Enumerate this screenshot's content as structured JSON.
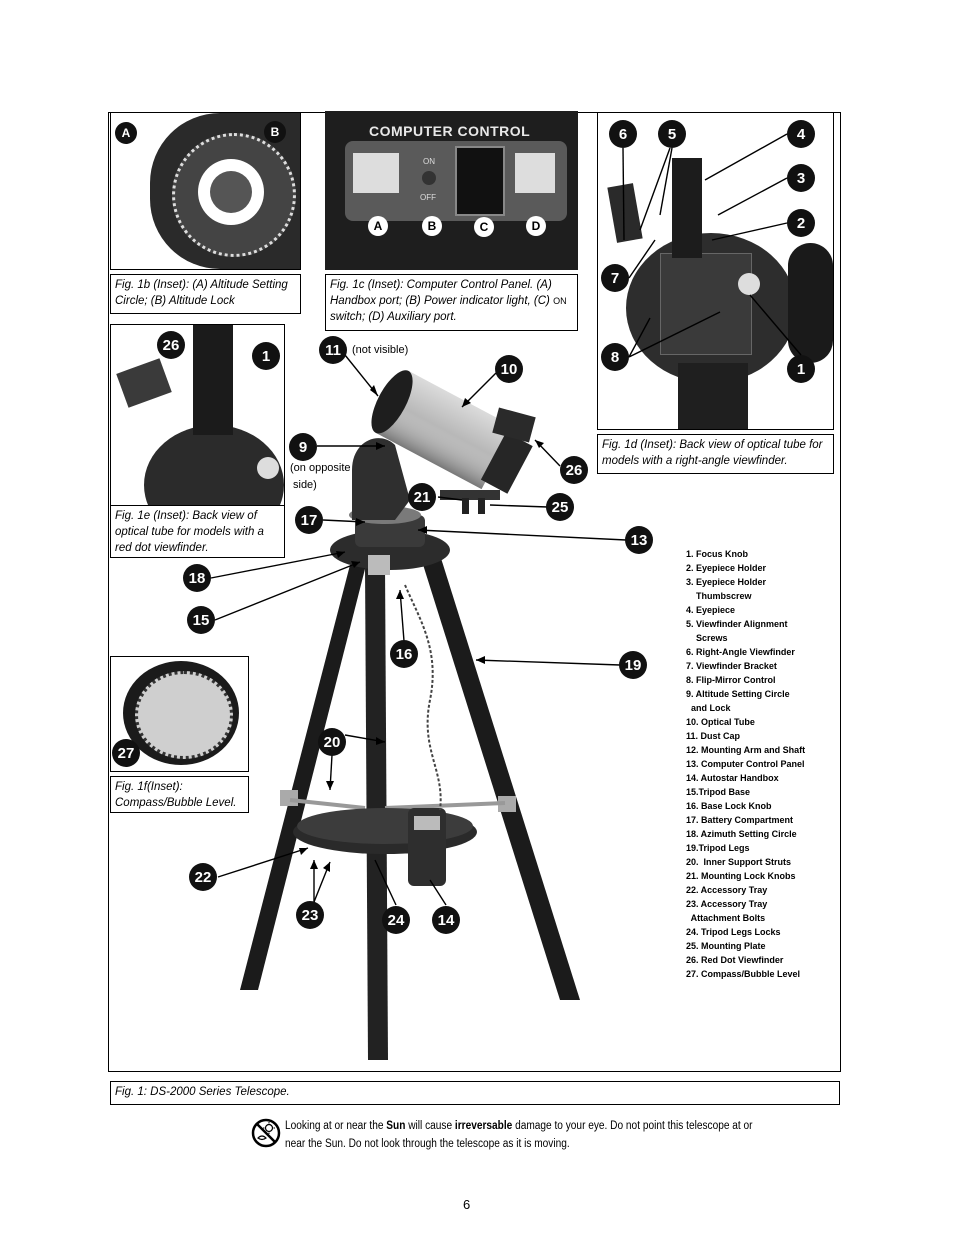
{
  "figure": {
    "caption": "Fig. 1: DS-2000 Series Telescope."
  },
  "insets": {
    "fig1b": {
      "caption": "Fig. 1b (Inset): (A) Altitude Setting Circle; (B) Altitude Lock",
      "labels": [
        "A",
        "B"
      ]
    },
    "fig1c": {
      "caption_part1": "Fig. 1c (Inset): Computer Control Panel. (A) Handbox port; (B) Power indicator light, (C)",
      "caption_on": "ON",
      "caption_part2": " switch; (D) Auxiliary port.",
      "panel_title": "COMPUTER CONTROL",
      "switch_on": "ON",
      "switch_off": "OFF",
      "labels": [
        "A",
        "B",
        "C",
        "D"
      ]
    },
    "fig1d": {
      "caption": "Fig. 1d (Inset): Back view of optical tube for models with a right-angle viewfinder.",
      "labels": [
        "6",
        "5",
        "4",
        "3",
        "2",
        "7",
        "8",
        "1"
      ]
    },
    "fig1e": {
      "caption": "Fig. 1e (Inset): Back view of optical tube for models with a red dot viewfinder.",
      "labels": [
        "26",
        "1"
      ]
    },
    "fig1f": {
      "caption": "Fig. 1f(Inset): Compass/Bubble Level.",
      "labels": [
        "27"
      ]
    }
  },
  "callouts": {
    "c11": "11",
    "c11_note": "(not visible)",
    "c10": "10",
    "c9": "9",
    "c9_note_1": "(on opposite",
    "c9_note_2": "side)",
    "c26": "26",
    "c21": "21",
    "c25": "25",
    "c17": "17",
    "c13": "13",
    "c18": "18",
    "c15": "15",
    "c16": "16",
    "c19": "19",
    "c20": "20",
    "c22": "22",
    "c23": "23",
    "c24": "24",
    "c14": "14"
  },
  "legend": [
    "1. Focus Knob",
    "2. Eyepiece Holder",
    "3. Eyepiece Holder",
    "    Thumbscrew",
    "4. Eyepiece",
    "5. Viewfinder Alignment",
    "    Screws",
    "6. Right-Angle Viewfinder",
    "7. Viewfinder Bracket",
    "8. Flip-Mirror Control",
    "9. Altitude Setting Circle",
    "  and Lock",
    "10. Optical Tube",
    "11. Dust Cap",
    "12. Mounting Arm and Shaft",
    "13. Computer Control Panel",
    "14. Autostar Handbox",
    "15.Tripod Base",
    "16. Base Lock Knob",
    "17. Battery Compartment",
    "18. Azimuth Setting Circle",
    "19.Tripod Legs",
    "20.  Inner Support Struts",
    "21. Mounting Lock Knobs",
    "22. Accessory Tray",
    "23. Accessory Tray",
    "  Attachment Bolts",
    "24. Tripod Legs Locks",
    "25. Mounting Plate",
    "26. Red Dot Viewfinder",
    "27. Compass/Bubble Level"
  ],
  "warning": {
    "part1": "Looking at or near the ",
    "sun": "Sun",
    "part2": " will cause ",
    "irreversable": "irreversable",
    "part3": " damage to your eye. Do not point this telescope at or near the Sun. Do not look through the telescope as it is moving."
  },
  "page_number": "6"
}
